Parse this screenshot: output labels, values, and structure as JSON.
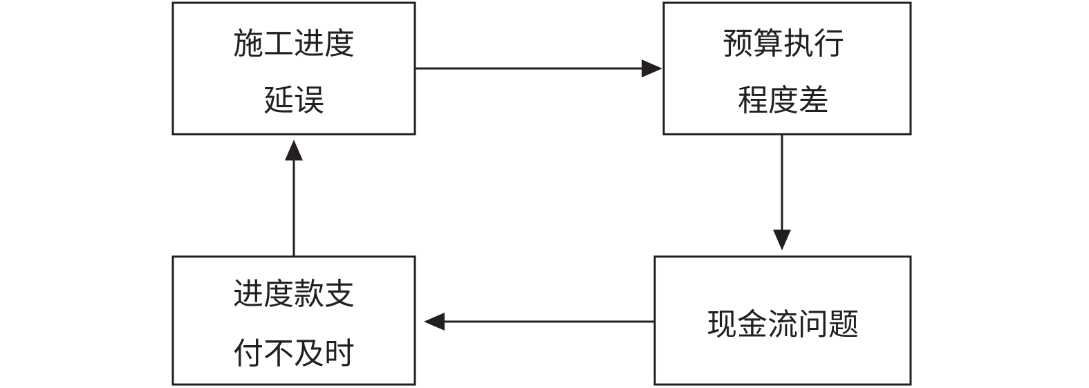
{
  "diagram": {
    "boxes": {
      "delay": {
        "lines": [
          "施工进度",
          "延误"
        ]
      },
      "budget": {
        "lines": [
          "预算执行",
          "程度差"
        ]
      },
      "cashflow": {
        "lines": [
          "现金流问题"
        ]
      },
      "payment": {
        "lines": [
          "进度款支",
          "付不及时"
        ]
      }
    }
  }
}
